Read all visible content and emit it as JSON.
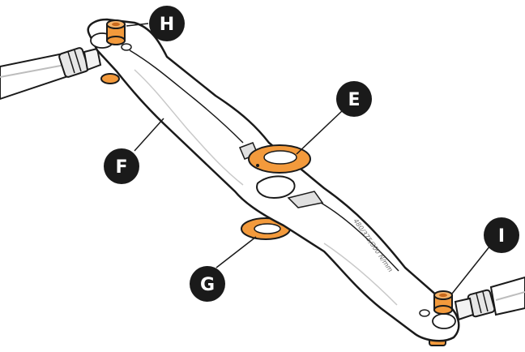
{
  "colors": {
    "accent": "#f39a3c",
    "accent_dark": "#c8691d",
    "callout": "#1a1a1a",
    "outline": "#1a1a1a",
    "metal": "#ffffff",
    "shade": "#d9d9d9"
  },
  "callouts": {
    "E": "E",
    "F": "F",
    "G": "G",
    "H": "H",
    "I": "I"
  },
  "engraving": "480/375/300 N/mm"
}
